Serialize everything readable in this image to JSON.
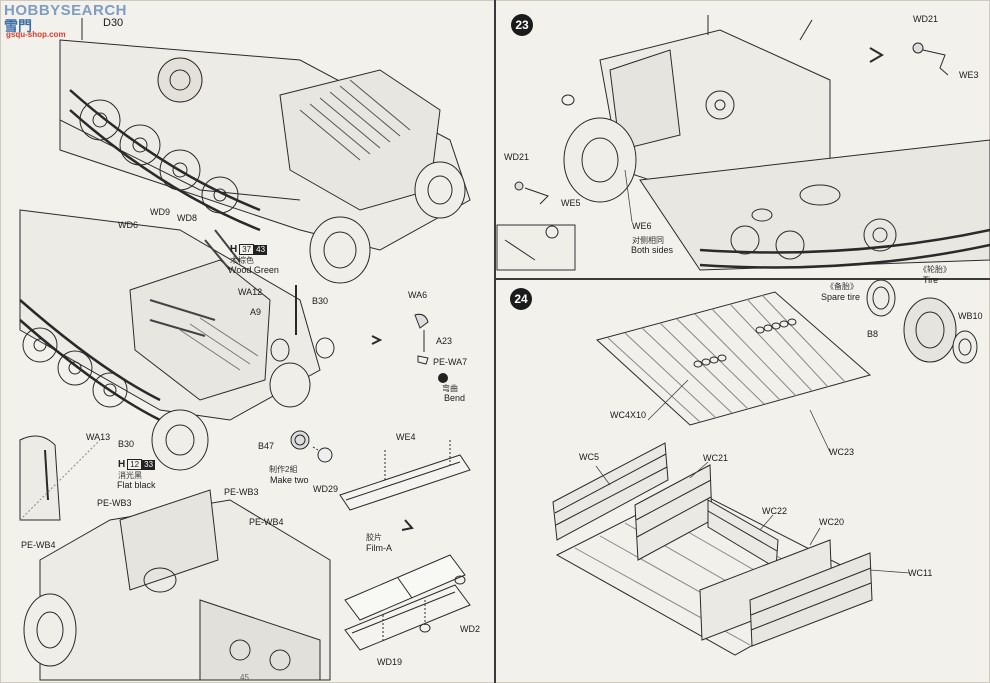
{
  "watermark": {
    "brand": "HOBBYSEARCH",
    "mark_cn": "雪門",
    "url": "gsqu-shop.com"
  },
  "colors": {
    "ink": "#222222",
    "paper": "#f3f1ec",
    "step_badge": "#1b1b1b"
  },
  "steps": [
    {
      "number": "23"
    },
    {
      "number": "24"
    }
  ],
  "left_panel": {
    "top": {
      "parts": [
        "D30"
      ]
    },
    "middle": {
      "parts": [
        "WD9",
        "WD8",
        "WD6",
        "WA12",
        "B30",
        "A9",
        "WA13",
        "B30",
        "WA6",
        "A23",
        "PE-WA7"
      ],
      "color_wood": {
        "code_h": "H",
        "num1": "37",
        "num2": "43",
        "name_cn": "木棕色",
        "name": "Wood Green"
      },
      "color_black": {
        "code_h": "H",
        "num1": "12",
        "num2": "33",
        "name_cn": "消光黑",
        "name": "Flat black"
      },
      "bend_cn": "弯曲",
      "bend": "Bend"
    },
    "bottom": {
      "parts": [
        "PE-WB3",
        "PE-WB3",
        "PE-WB4",
        "PE-WB4",
        "B47",
        "WD29",
        "WE4",
        "WD2",
        "WD19"
      ],
      "make_two_cn": "制作2組",
      "make_two": "Make two",
      "film_cn": "胶片",
      "film": "Film-A"
    }
  },
  "step23": {
    "parts": [
      "WD21",
      "WE3",
      "WD21",
      "WE5",
      "WE6"
    ],
    "both_sides_cn": "对侧相同",
    "both_sides": "Both sides"
  },
  "step24": {
    "parts": [
      "B8",
      "WB10",
      "WC4X10",
      "WC23",
      "WC5",
      "WC21",
      "WC22",
      "WC20",
      "WC11"
    ],
    "spare_tire_cn": "《备胎》",
    "spare_tire": "Spare tire",
    "tire_cn": "《轮胎》",
    "tire": "Tire"
  },
  "page_number": "45"
}
